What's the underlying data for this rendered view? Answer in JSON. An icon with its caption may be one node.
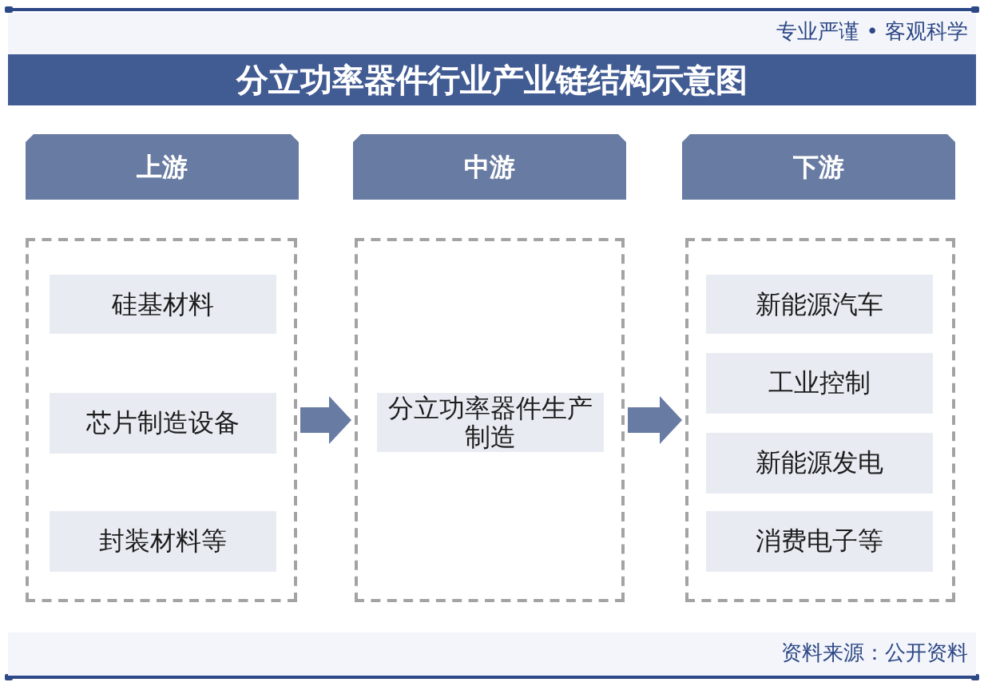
{
  "diagram": {
    "title": "分立功率器件行业产业链结构示意图",
    "nodes": [
      {
        "text": [
          "上游"
        ]
      },
      {
        "text": [],
        "shape": "box"
      },
      {
        "text": [
          "硅基材料"
        ],
        "in": 1
      },
      {
        "text": [
          "芯片制造设备"
        ],
        "in": 1
      },
      {
        "text": [
          "封装材料等"
        ],
        "in": 1
      },
      {
        "text": [
          "中游"
        ]
      },
      {
        "text": [],
        "shape": "box"
      },
      {
        "text": [
          "分立功率器件生产制造"
        ],
        "in": 6
      },
      {
        "text": [
          "下游"
        ]
      },
      {
        "text": [],
        "shape": "box"
      },
      {
        "text": [
          "新能源汽车"
        ],
        "in": 9
      },
      {
        "text": [
          "工业控制"
        ],
        "in": 9
      },
      {
        "text": [
          "新能源发电"
        ],
        "in": 9
      },
      {
        "text": [
          "消费电子等"
        ],
        "in": 9
      }
    ],
    "edges": [
      {
        "from": 1,
        "to": 6,
        "arrow": "to"
      },
      {
        "from": 6,
        "to": 9,
        "arrow": "to"
      }
    ],
    "labels": [
      "专业严谨 • 客观科学",
      "资料来源：公开资料"
    ]
  }
}
